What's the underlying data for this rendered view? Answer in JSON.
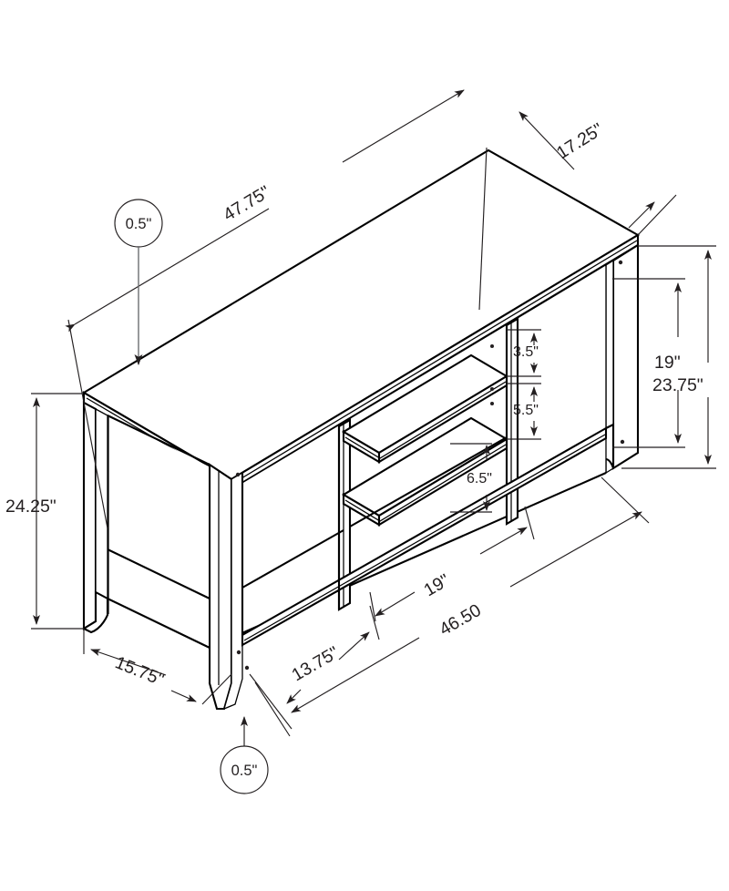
{
  "drawing": {
    "type": "isometric-dimensioned-furniture-schematic",
    "subject": "tv-stand-console",
    "units": "inches",
    "line_color": "#000000",
    "dimension_color": "#231f20",
    "callout_color": "#6d6e71",
    "background": "#ffffff"
  },
  "dimensions": {
    "overall_width_top": "47.75\"",
    "overall_depth_top": "17.25\"",
    "left_height": "24.25\"",
    "right_height_total": "23.75\"",
    "right_height_inner": "19\"",
    "upper_shelf_gap": "3.5\"",
    "middle_shelf_gap": "5.5\"",
    "lower_shelf_gap": "6.5\"",
    "base_depth": "15.75\"",
    "base_left_span": "13.75\"",
    "base_center_span": "19\"",
    "base_total_span": "46.50",
    "thickness_top_callout": "0.5\"",
    "thickness_leg_callout": "0.5\""
  },
  "callouts": [
    {
      "id": "top-thickness",
      "label": "0.5\"",
      "target": "table-top-panel-edge"
    },
    {
      "id": "leg-thickness",
      "label": "0.5\"",
      "target": "front-leg-bottom"
    }
  ],
  "labels": {
    "w4775": "47.75\"",
    "d1725": "17.25\"",
    "h2425": "24.25\"",
    "h2375": "23.75\"",
    "h19": "19\"",
    "g35": "3.5\"",
    "g55": "5.5\"",
    "g65": "6.5\"",
    "b1575": "15.75\"",
    "b1375": "13.75\"",
    "b19": "19\"",
    "b4650": "46.50",
    "c05a": "0.5\"",
    "c05b": "0.5\""
  }
}
